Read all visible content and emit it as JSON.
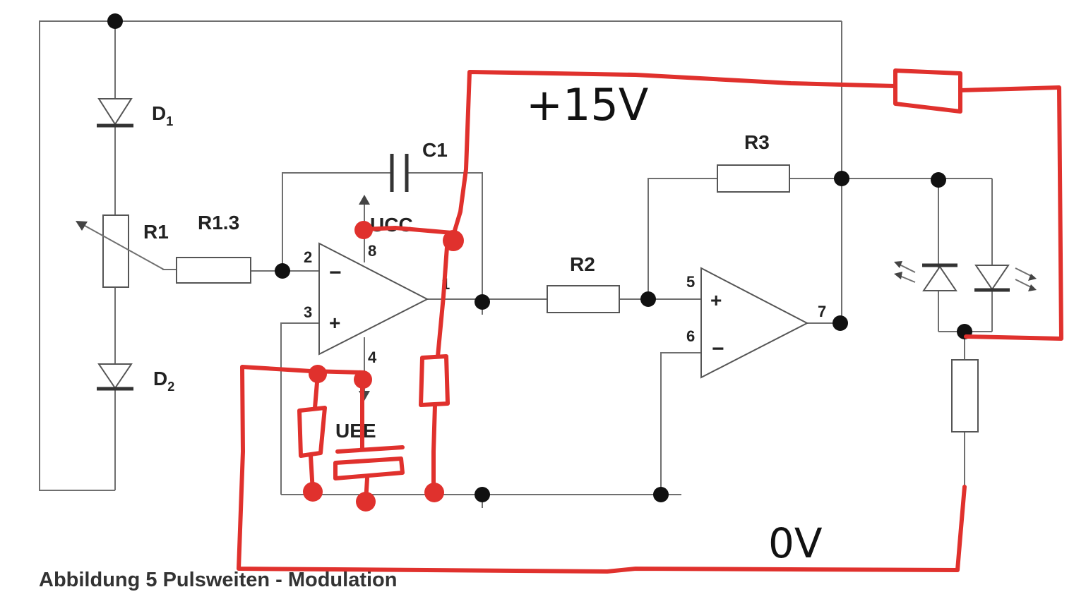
{
  "labels": {
    "d1": "D",
    "d1_sub": "1",
    "d2": "D",
    "d2_sub": "2",
    "r1": "R1",
    "r13": "R1.3",
    "c1": "C1",
    "ucc": "UCC",
    "uee": "UEE",
    "r2": "R2",
    "r3": "R3",
    "plus": "+",
    "minus": "−"
  },
  "pins": {
    "p2": "2",
    "p3": "3",
    "p8": "8",
    "p4": "4",
    "p1": "1",
    "p5": "5",
    "p6": "6",
    "p7": "7"
  },
  "annotations": {
    "plus15v": "+15V",
    "zero_v": "0V"
  },
  "caption": "Abbildung 5 Pulsweiten - Modulation",
  "colors": {
    "annotation_red": "#e0312d",
    "wire": "#6f6f6f",
    "text": "#222222"
  }
}
